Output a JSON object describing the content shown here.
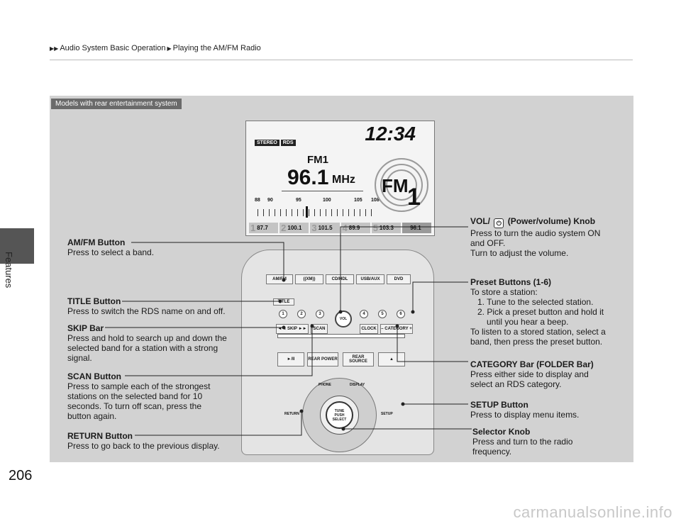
{
  "page": {
    "number": "206",
    "side_label": "Features",
    "breadcrumb": [
      "Audio System Basic Operation",
      "Playing the AM/FM Radio"
    ],
    "models_tag": "Models with rear entertainment system",
    "watermark": "carmanualsonline.info"
  },
  "display": {
    "badges": [
      "STEREO",
      "RDS"
    ],
    "clock": "12:34",
    "band": "FM1",
    "frequency": "96.1",
    "unit": "MHz",
    "logo_text": "FM",
    "logo_num": "1",
    "scale_labels": [
      "88",
      "90",
      "95",
      "100",
      "105",
      "108"
    ],
    "presets": [
      {
        "num": "1",
        "freq": "87.7"
      },
      {
        "num": "2",
        "freq": "100.1"
      },
      {
        "num": "3",
        "freq": "101.5"
      },
      {
        "num": "4",
        "freq": "89.9"
      },
      {
        "num": "5",
        "freq": "103.3"
      },
      {
        "num": "6",
        "freq": "96.1"
      }
    ]
  },
  "radio_unit": {
    "top_buttons": [
      "AM/FM",
      "((XM))",
      "CD/HDL",
      "USB/AUX",
      "DVD"
    ],
    "title": "TITLE",
    "preset_numbers": [
      "1",
      "2",
      "3",
      "4",
      "5",
      "6"
    ],
    "skip": "◄◄ SKIP ►►",
    "scan": "SCAN",
    "clock": "CLOCK",
    "category": "– CATEGORY +",
    "vol": "VOL",
    "play_pause": "►/II",
    "rear_power": "REAR POWER",
    "rear_source": "REAR SOURCE",
    "eject": "▲",
    "phone": "PHONE",
    "display": "DISPLAY",
    "return": "RETURN",
    "tune": "TUNE",
    "push": "PUSH",
    "select": "SELECT",
    "setup": "SETUP"
  },
  "callouts": {
    "amfm": {
      "title": "AM/FM Button",
      "body": "Press to select a band."
    },
    "title": {
      "title": "TITLE Button",
      "body": "Press to switch the RDS name on and off."
    },
    "skip": {
      "title": "SKIP Bar",
      "body": [
        "Press and hold to search up and down the",
        "selected band for a station with a strong",
        "signal."
      ]
    },
    "scan": {
      "title": "SCAN Button",
      "body": [
        "Press to sample each of the strongest",
        "stations on the selected band for 10",
        "seconds. To turn off scan, press the",
        "button again."
      ]
    },
    "return": {
      "title": "RETURN Button",
      "body": "Press to go back to the previous display."
    },
    "vol": {
      "title_pre": "VOL/",
      "title_post": "(Power/volume) Knob",
      "body": [
        "Press to turn the audio system ON",
        "and OFF.",
        "Turn to adjust the volume."
      ]
    },
    "preset": {
      "title": "Preset Buttons (1-6)",
      "intro": "To store a station:",
      "steps": [
        "1. Tune to the selected station.",
        "2. Pick a preset button and hold it"
      ],
      "step_cont": "until you hear a beep.",
      "outro": [
        "To listen to a stored station, select a",
        "band, then press the preset button."
      ]
    },
    "category": {
      "title": "CATEGORY Bar (FOLDER Bar)",
      "body": [
        "Press either side to display and",
        "select an RDS category."
      ]
    },
    "setup": {
      "title": "SETUP Button",
      "body": "Press to display menu items."
    },
    "selector": {
      "title": "Selector Knob",
      "body": [
        "Press and turn to the radio",
        "frequency."
      ]
    }
  }
}
